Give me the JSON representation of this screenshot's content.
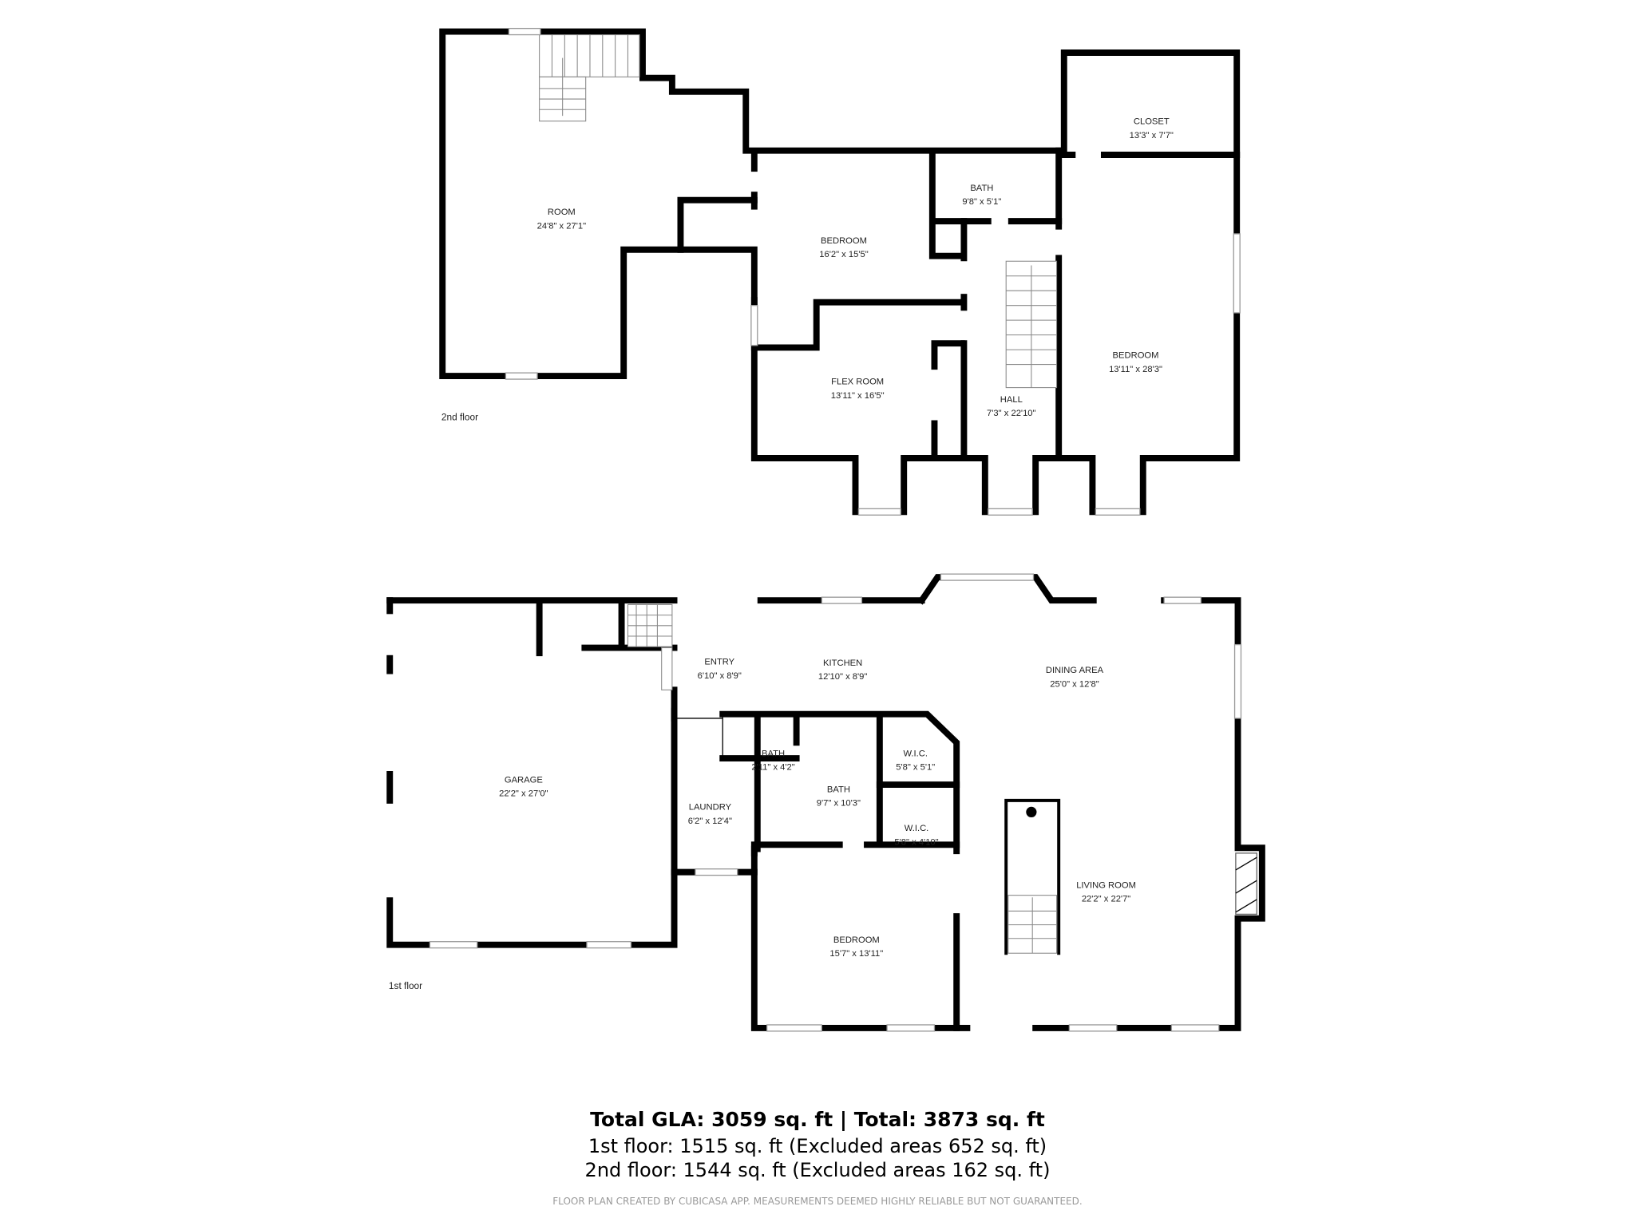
{
  "floors": {
    "second": {
      "label": "2nd floor",
      "rooms": [
        {
          "name": "ROOM",
          "size": "24'8\" x 27'1\""
        },
        {
          "name": "BEDROOM",
          "size": "16'2\" x 15'5\""
        },
        {
          "name": "BATH",
          "size": "9'8\" x 5'1\""
        },
        {
          "name": "CLOSET",
          "size": "13'3\" x 7'7\""
        },
        {
          "name": "FLEX ROOM",
          "size": "13'11\" x 16'5\""
        },
        {
          "name": "HALL",
          "size": "7'3\" x 22'10\""
        },
        {
          "name": "BEDROOM",
          "size": "13'11\" x 28'3\""
        }
      ]
    },
    "first": {
      "label": "1st floor",
      "rooms": [
        {
          "name": "GARAGE",
          "size": "22'2\" x 27'0\""
        },
        {
          "name": "ENTRY",
          "size": "6'10\" x 8'9\""
        },
        {
          "name": "KITCHEN",
          "size": "12'10\" x 8'9\""
        },
        {
          "name": "DINING AREA",
          "size": "25'0\" x 12'8\""
        },
        {
          "name": "BATH",
          "size": "2'11\" x 4'2\""
        },
        {
          "name": "W.I.C.",
          "size": "5'8\" x 5'1\""
        },
        {
          "name": "BATH",
          "size": "9'7\" x 10'3\""
        },
        {
          "name": "W.I.C.",
          "size": "5'8\" x 4'10\""
        },
        {
          "name": "LAUNDRY",
          "size": "6'2\" x 12'4\""
        },
        {
          "name": "LIVING ROOM",
          "size": "22'2\" x 22'7\""
        },
        {
          "name": "BEDROOM",
          "size": "15'7\" x 13'11\""
        }
      ]
    }
  },
  "summary": {
    "total": "Total GLA: 3059 sq. ft | Total: 3873 sq. ft",
    "first": "1st floor: 1515 sq. ft (Excluded areas 652 sq. ft)",
    "second": "2nd floor: 1544 sq. ft (Excluded areas 162 sq. ft)",
    "disclaimer": "FLOOR PLAN CREATED BY CUBICASA APP. MEASUREMENTS DEEMED HIGHLY RELIABLE BUT NOT GUARANTEED."
  },
  "colors": {
    "wall": "#000000",
    "window": "#999999",
    "disclaimer": "#999999"
  }
}
